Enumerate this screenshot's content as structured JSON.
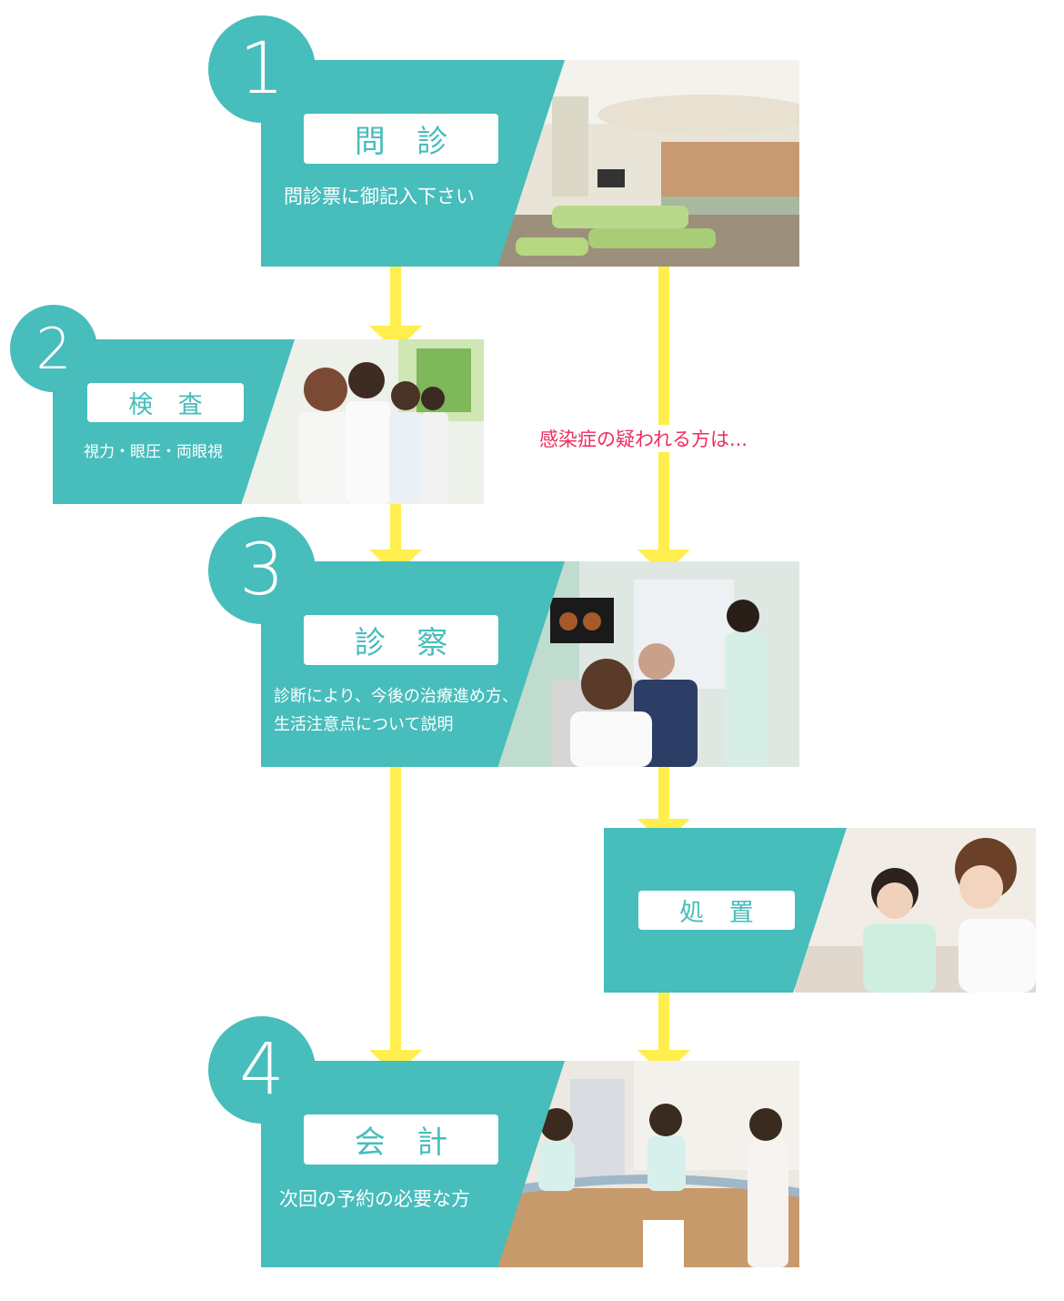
{
  "steps": [
    {
      "number": "1",
      "title": "問 診",
      "desc": "問診票に御記入下さい"
    },
    {
      "number": "2",
      "title": "検 査",
      "desc": "視力・眼圧・両眼視"
    },
    {
      "number": "3",
      "title": "診 察",
      "desc_line1": "診断により、今後の治療進め方、",
      "desc_line2": "生活注意点について説明"
    },
    {
      "number": "4",
      "title": "会 計",
      "desc": "次回の予約の必要な方"
    }
  ],
  "treatment": {
    "title": "処 置"
  },
  "note": "感染症の疑われる方は...",
  "colors": {
    "teal": "#47bdbc",
    "arrow": "#ffee4d",
    "note": "#ee2c5e",
    "label_bg": "#ffffff"
  }
}
